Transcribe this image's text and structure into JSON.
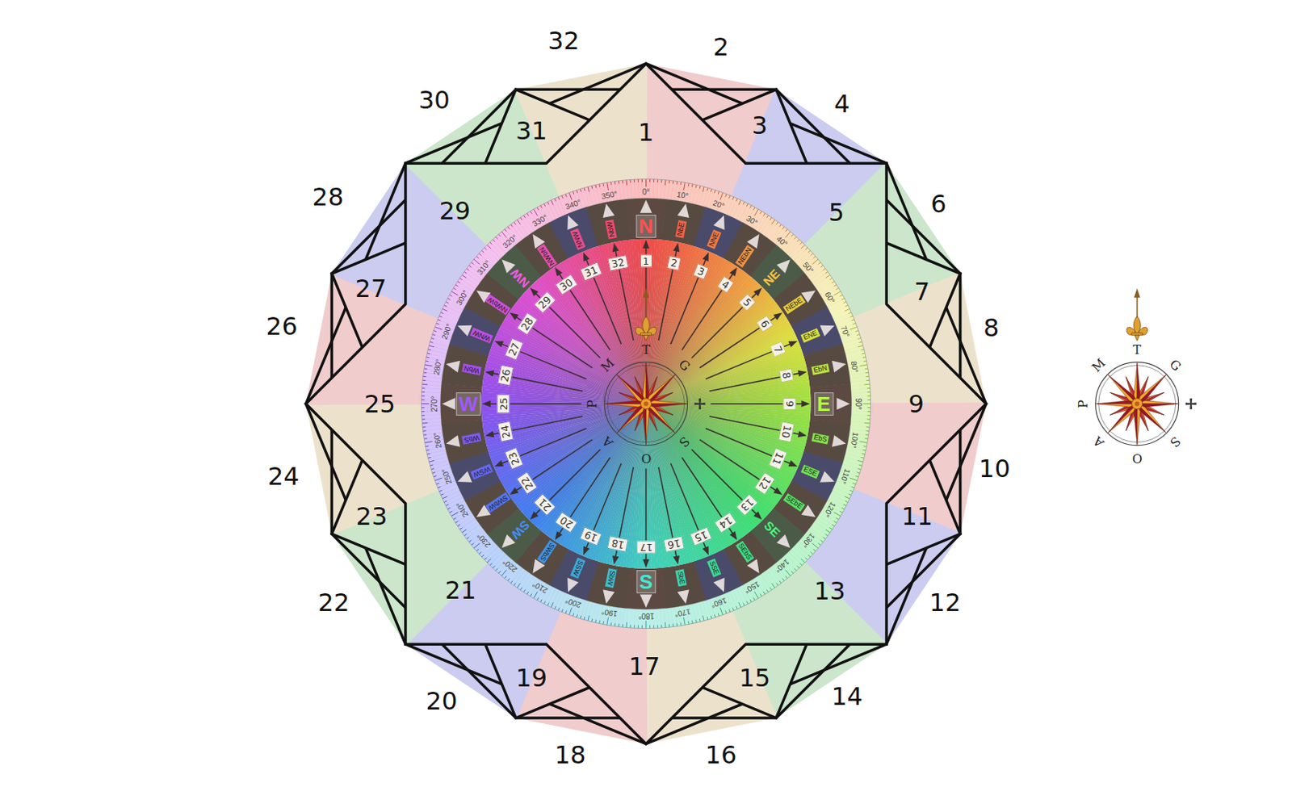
{
  "diagram": {
    "labels": [
      "1",
      "2",
      "3",
      "4",
      "5",
      "6",
      "7",
      "8",
      "9",
      "10",
      "11",
      "12",
      "13",
      "14",
      "15",
      "16",
      "17",
      "18",
      "19",
      "20",
      "21",
      "22",
      "23",
      "24",
      "25",
      "26",
      "27",
      "28",
      "29",
      "30",
      "31",
      "32",
      "0°",
      "10°",
      "20°",
      "30°",
      "40°",
      "50°",
      "60°",
      "70°",
      "80°",
      "90°",
      "100°",
      "110°",
      "120°",
      "130°",
      "140°",
      "150°",
      "160°",
      "170°",
      "180°",
      "190°",
      "200°",
      "210°",
      "220°",
      "230°",
      "240°",
      "250°",
      "260°",
      "270°",
      "280°",
      "290°",
      "300°",
      "310°",
      "320°",
      "330°",
      "340°",
      "350°",
      "N",
      "NbE",
      "NNE",
      "NEbN",
      "NE",
      "NEbE",
      "ENE",
      "EbN",
      "E",
      "EbS",
      "ESE",
      "SEbE",
      "SE",
      "SEbS",
      "SSE",
      "SbE",
      "S",
      "SbW",
      "SSW",
      "SWbS",
      "SW",
      "SWbW",
      "WSW",
      "WbS",
      "W",
      "WbN",
      "WNW",
      "NWbW",
      "NW",
      "NWbN",
      "NNW",
      "NbW",
      "1",
      "2",
      "3",
      "4",
      "5",
      "6",
      "7",
      "8",
      "9",
      "10",
      "11",
      "12",
      "13",
      "14",
      "15",
      "16",
      "17",
      "18",
      "19",
      "20",
      "21",
      "22",
      "23",
      "24",
      "25",
      "26",
      "27",
      "28",
      "29",
      "30",
      "31",
      "32",
      "T",
      "G",
      "S",
      "O",
      "A",
      "P",
      "M",
      "T",
      "G",
      "S",
      "O",
      "A",
      "P",
      "M"
    ]
  }
}
